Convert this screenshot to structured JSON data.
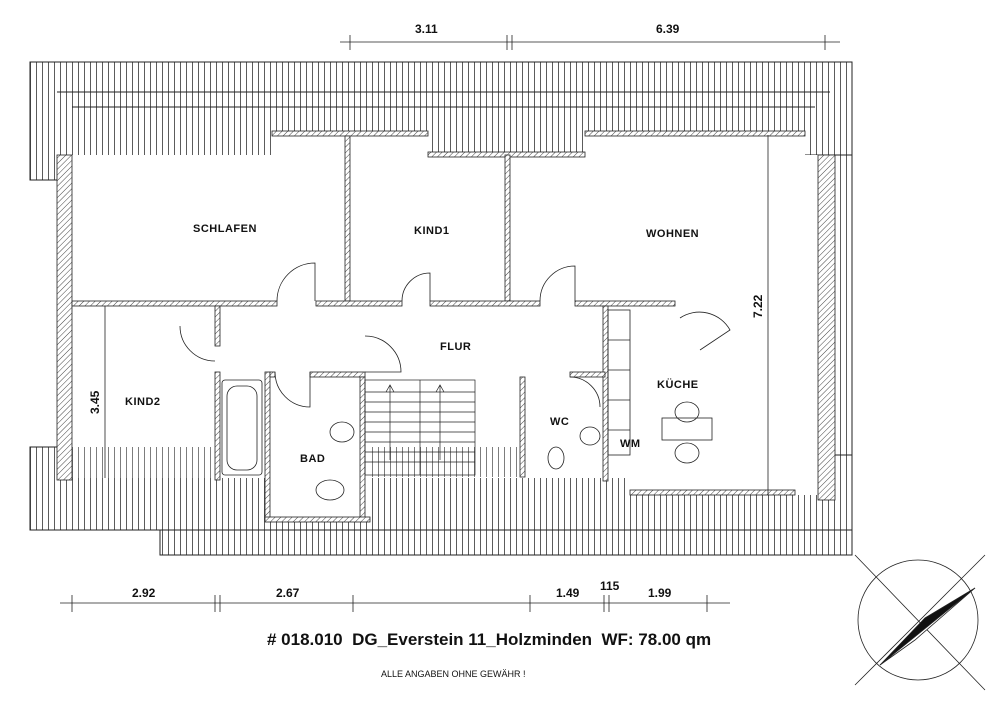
{
  "rooms": {
    "schlafen": "SCHLAFEN",
    "kind1": "KIND1",
    "wohnen": "WOHNEN",
    "flur": "FLUR",
    "kueche": "KÜCHE",
    "kind2": "KIND2",
    "bad": "BAD",
    "wc": "WC",
    "wm": "WM"
  },
  "dimensions": {
    "top_left": "3.11",
    "top_right": "6.39",
    "right_height": "7.22",
    "left_height": "3.45",
    "bottom_1": "2.92",
    "bottom_2": "2.67",
    "bottom_3": "1.49",
    "bottom_4": "115",
    "bottom_5": "1.99"
  },
  "title": "# 018.010  DG_Everstein 11_Holzminden  WF: 78.00 qm",
  "disclaimer": "ALLE ANGABEN OHNE GEWÄHR !"
}
